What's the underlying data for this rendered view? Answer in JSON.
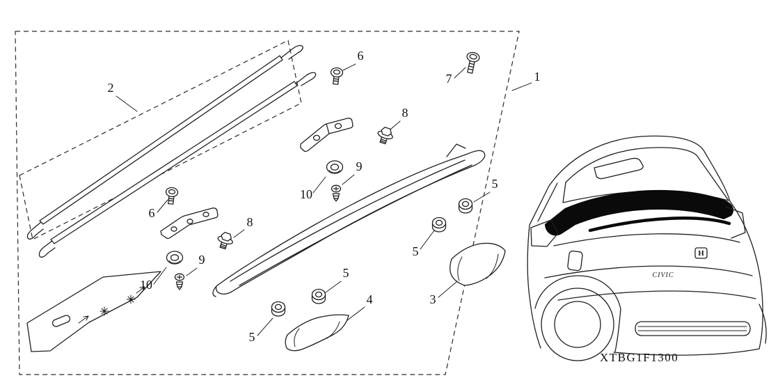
{
  "diagram": {
    "code": "XTBG1F1300",
    "callouts": [
      {
        "label": "1"
      },
      {
        "label": "2"
      },
      {
        "label": "3"
      },
      {
        "label": "4"
      },
      {
        "label": "5"
      },
      {
        "label": "5"
      },
      {
        "label": "5"
      },
      {
        "label": "5"
      },
      {
        "label": "6"
      },
      {
        "label": "6"
      },
      {
        "label": "7"
      },
      {
        "label": "8"
      },
      {
        "label": "8"
      },
      {
        "label": "9"
      },
      {
        "label": "9"
      },
      {
        "label": "10"
      },
      {
        "label": "10"
      }
    ],
    "car": {
      "badge": "CIVIC",
      "emblem": "H"
    },
    "colors": {
      "background": "#ffffff",
      "line": "#1f1f1f",
      "highlight": "#0a0a0a"
    }
  }
}
